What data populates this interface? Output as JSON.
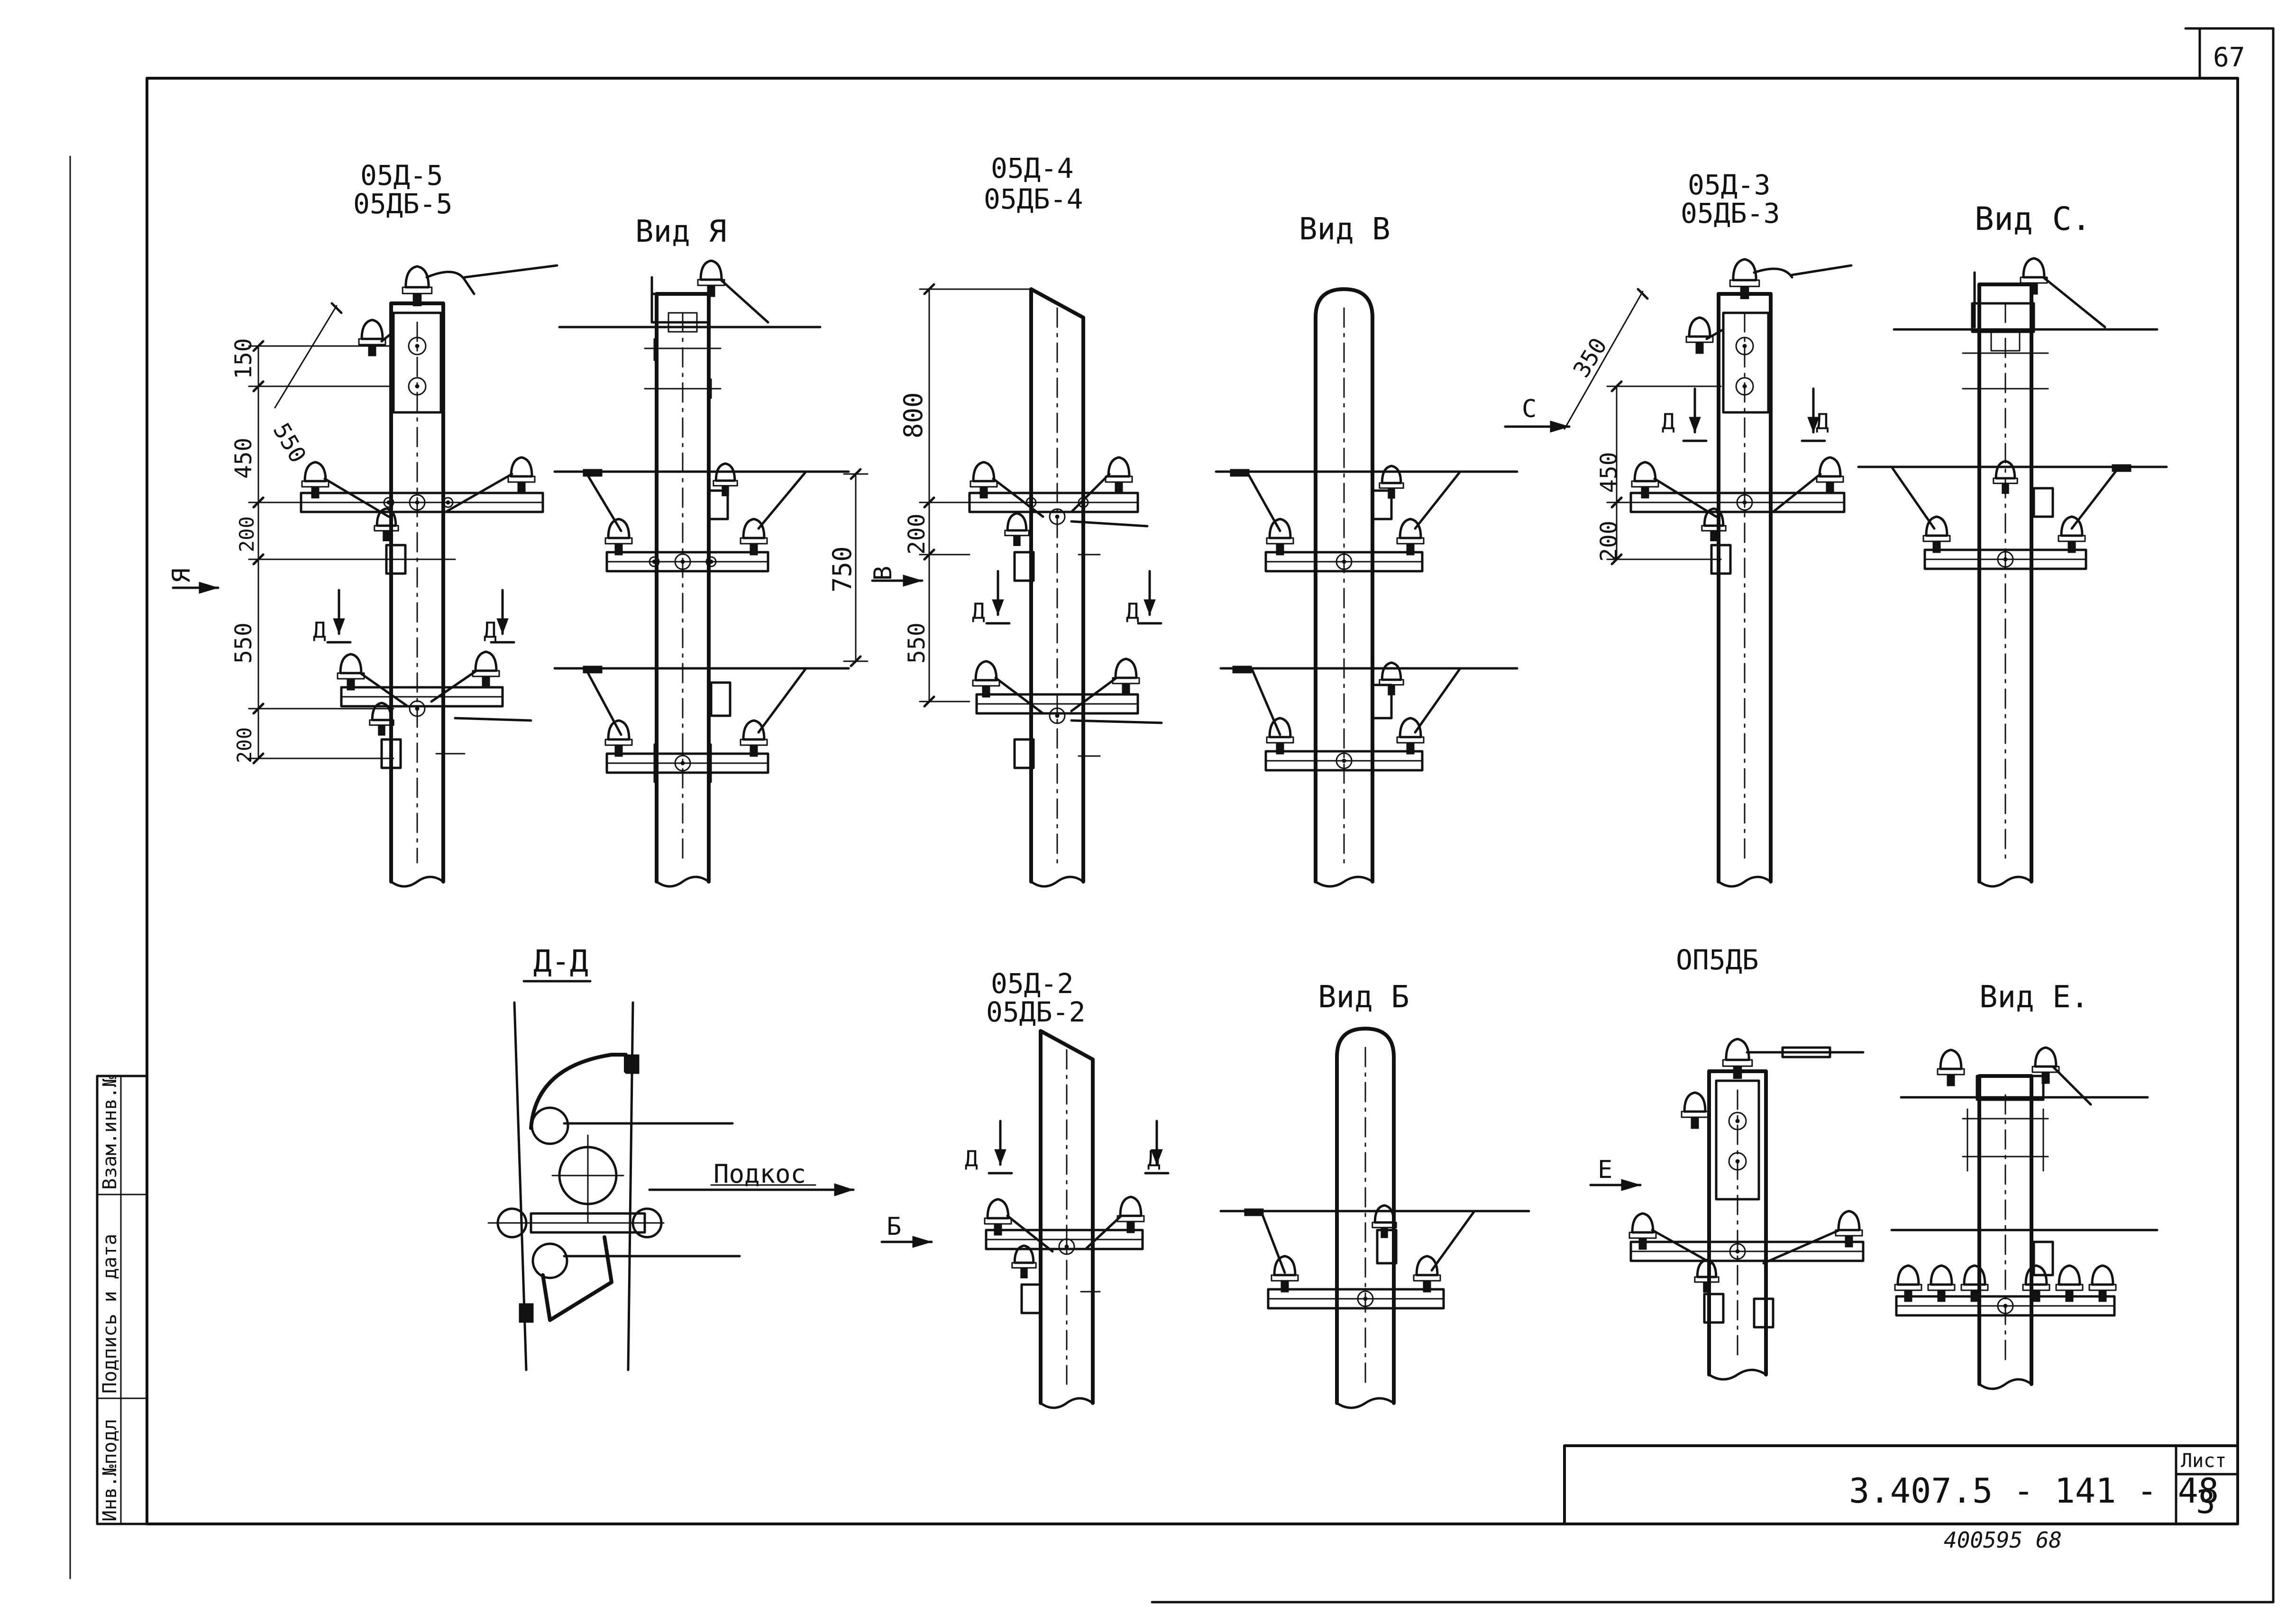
{
  "sheet": {
    "corner_number": "67",
    "sheet_label": "Лист",
    "sheet_number": "3",
    "document_code": "3.407.5 - 141 - 48",
    "inventory_stamp": "400595  68"
  },
  "side_stamp": {
    "cells": [
      "Инв.№подл",
      "Подпись и дата",
      "Взам.инв.№"
    ]
  },
  "views": [
    {
      "id": "05d5",
      "title_lines": [
        "05Д-5",
        "05ДБ-5"
      ]
    },
    {
      "id": "vid-a",
      "title_lines": [
        "Вид Я"
      ]
    },
    {
      "id": "05d4",
      "title_lines": [
        "05Д-4",
        "05ДБ-4"
      ]
    },
    {
      "id": "vid-b-top",
      "title_lines": [
        "Вид В"
      ]
    },
    {
      "id": "05d3",
      "title_lines": [
        "05Д-3",
        "05ДБ-3"
      ]
    },
    {
      "id": "vid-c",
      "title_lines": [
        "Вид С."
      ]
    },
    {
      "id": "section-dd",
      "title_lines": [
        "Д-Д"
      ]
    },
    {
      "id": "05d2",
      "title_lines": [
        "05Д-2",
        "05ДБ-2"
      ]
    },
    {
      "id": "vid-b-bottom",
      "title_lines": [
        "Вид Б"
      ]
    },
    {
      "id": "op5db",
      "title_lines": [
        "ОП5ДБ"
      ]
    },
    {
      "id": "vid-e",
      "title_lines": [
        "Вид Е."
      ]
    }
  ],
  "dimensions": {
    "d5_150": "150",
    "d5_550_diag": "550",
    "d5_450": "450",
    "d5_200a": "200",
    "d5_550": "550",
    "d5_200b": "200",
    "d4_800": "800",
    "d4_200": "200",
    "d4_550": "550",
    "d4_750": "750",
    "d3_350": "350",
    "d3_450": "450",
    "d3_200": "200"
  },
  "markers": {
    "view_a": "Я",
    "view_v": "В",
    "view_c": "С",
    "view_b": "Б",
    "view_e": "Е",
    "section_d": "Д"
  },
  "labels": {
    "podkos": "Подкос"
  }
}
